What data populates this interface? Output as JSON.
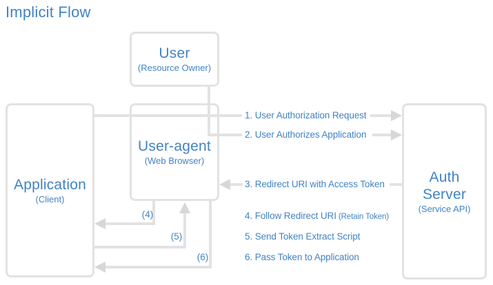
{
  "title": "Implicit Flow",
  "boxes": {
    "user": {
      "label": "User",
      "sublabel": "(Resource Owner)"
    },
    "user_agent": {
      "label": "User-agent",
      "sublabel": "(Web Browser)"
    },
    "application": {
      "label": "Application",
      "sublabel": "(Client)"
    },
    "auth_server": {
      "label_line1": "Auth",
      "label_line2": "Server",
      "sublabel": "(Service API)"
    }
  },
  "steps": {
    "s1": "1. User Authorization Request",
    "s2": "2. User Authorizes Application",
    "s3": "3. Redirect URI with Access Token",
    "s4_main": "4. Follow Redirect URI",
    "s4_note": "(Retain Token)",
    "s5": "5. Send Token Extract Script",
    "s6": "6. Pass Token to Application"
  },
  "path_labels": {
    "p4": "(4)",
    "p5": "(5)",
    "p6": "(6)"
  },
  "colors": {
    "blue": "#4183c4",
    "line_gray": "#e2e2e2",
    "arrow_gray": "#d7d7d7"
  }
}
